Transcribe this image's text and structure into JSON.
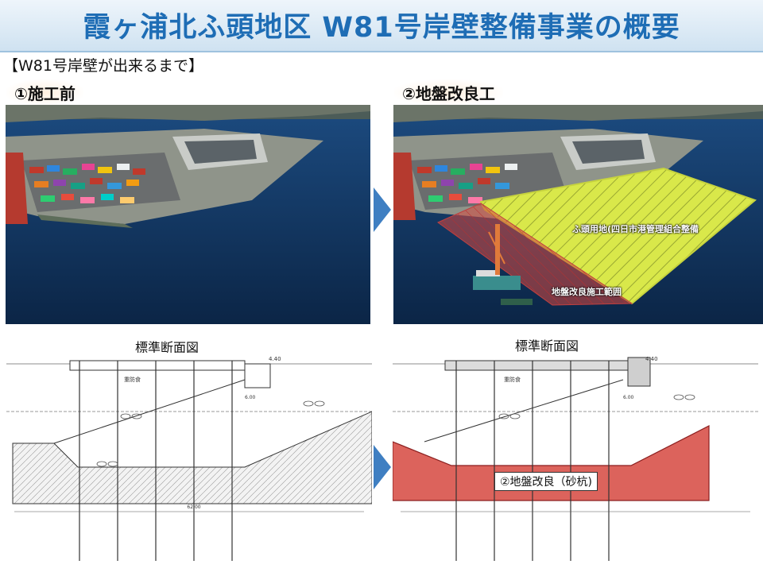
{
  "header": {
    "title": "霞ヶ浦北ふ頭地区 W81号岸壁整備事業の概要",
    "subtitle": "【W81号岸壁が出来るまで】"
  },
  "steps": [
    {
      "label": "①施工前",
      "section_title": "標準断面図"
    },
    {
      "label": "②地盤改良工",
      "section_title": "標準断面図"
    }
  ],
  "overlays": {
    "wharf_area_label": "ふ頭用地(四日市港管理組合整備",
    "ground_improvement_area_label": "地盤改良施工範囲",
    "ground_improvement_box": "②地盤改良（砂杭)"
  },
  "drawing_labels": {
    "top_elevation": "4.40",
    "pier_label": "重防食",
    "dim_top": "6.00",
    "dim_bottom": "62.00"
  },
  "colors": {
    "title": "#1e6db5",
    "arrow": "#3f7fc2",
    "sea": "#0f3a6a",
    "yellow_zone": "#d9e84a",
    "red_zone": "#d6483f"
  },
  "icons": [
    "arrow-right-icon",
    "arrow-right-icon"
  ]
}
